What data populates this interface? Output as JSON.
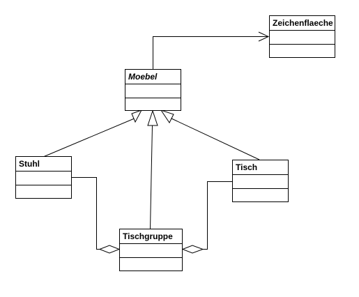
{
  "diagram": {
    "type": "uml-class-diagram",
    "classes": {
      "zeichenflaeche": {
        "name": "Zeichenflaeche",
        "abstract": false
      },
      "moebel": {
        "name": "Moebel",
        "abstract": true
      },
      "stuhl": {
        "name": "Stuhl",
        "abstract": false
      },
      "tisch": {
        "name": "Tisch",
        "abstract": false
      },
      "tischgruppe": {
        "name": "Tischgruppe",
        "abstract": false
      }
    },
    "relations": [
      {
        "from": "Moebel",
        "to": "Zeichenflaeche",
        "kind": "association"
      },
      {
        "from": "Stuhl",
        "to": "Moebel",
        "kind": "generalization"
      },
      {
        "from": "Tischgruppe",
        "to": "Moebel",
        "kind": "generalization"
      },
      {
        "from": "Tisch",
        "to": "Moebel",
        "kind": "generalization"
      },
      {
        "from": "Stuhl",
        "to": "Tischgruppe",
        "kind": "aggregation"
      },
      {
        "from": "Tisch",
        "to": "Tischgruppe",
        "kind": "aggregation"
      }
    ]
  },
  "colors": {
    "line": "#000000",
    "fill": "#ffffff",
    "text": "#000000"
  }
}
